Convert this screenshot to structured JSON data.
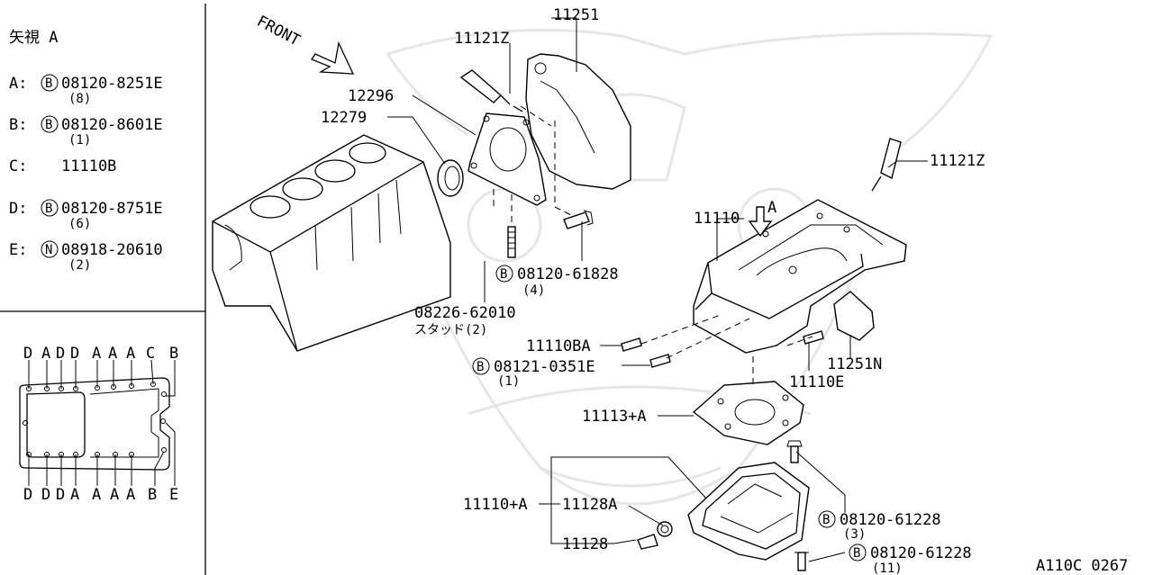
{
  "legend": {
    "view_title": "矢視 A",
    "rows": [
      {
        "key": "A:",
        "badge": "B",
        "part": "08120-8251E",
        "qty": "(8)"
      },
      {
        "key": "B:",
        "badge": "B",
        "part": "08120-8601E",
        "qty": "(1)"
      },
      {
        "key": "C:",
        "badge": "",
        "part": "11110B",
        "qty": ""
      },
      {
        "key": "D:",
        "badge": "B",
        "part": "08120-8751E",
        "qty": "(6)"
      },
      {
        "key": "E:",
        "badge": "N",
        "part": "08918-20610",
        "qty": "(2)"
      }
    ]
  },
  "view_a": {
    "top_letters": [
      "D",
      "A",
      "D",
      "D",
      "A",
      "A",
      "A",
      "C",
      "B"
    ],
    "bottom_letters": [
      "D",
      "D",
      "D",
      "A",
      "A",
      "A",
      "A",
      "B",
      "E"
    ]
  },
  "front_label": "FRONT",
  "arrow_label": "A",
  "callouts": {
    "p11251": "11251",
    "p11121z_top": "11121Z",
    "p12296": "12296",
    "p12279": "12279",
    "p11121z_right": "11121Z",
    "p11110": "11110",
    "bolt_61828": {
      "badge": "B",
      "part": "08120-61828",
      "qty": "(4)"
    },
    "stud": {
      "part": "08226-62010",
      "note": "スタッド(2)"
    },
    "p11110ba": "11110BA",
    "bolt_0351e": {
      "badge": "B",
      "part": "08121-0351E",
      "qty": "(1)"
    },
    "p11251n": "11251N",
    "p11110e": "11110E",
    "p11113a": "11113+A",
    "p11110a": "11110+A",
    "p11128a": "11128A",
    "p11128": "11128",
    "bolt_61228_3": {
      "badge": "B",
      "part": "08120-61228",
      "qty": "(3)"
    },
    "bolt_61228_11": {
      "badge": "B",
      "part": "08120-61228",
      "qty": "(11)"
    }
  },
  "diagram_code": "A110C 0267"
}
